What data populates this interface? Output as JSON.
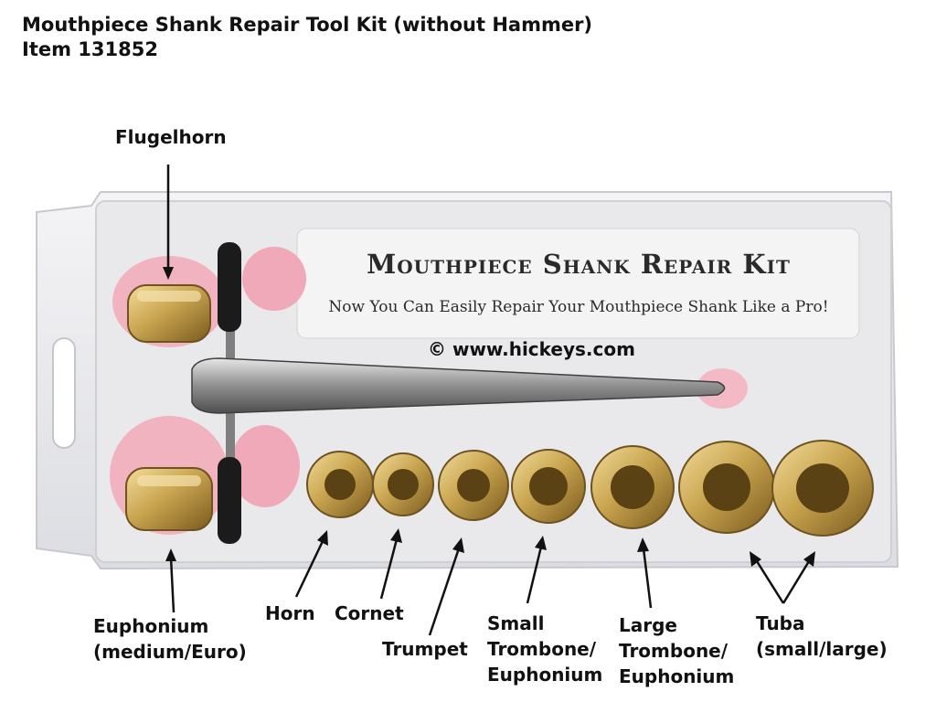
{
  "header": {
    "title": "Mouthpiece Shank Repair Tool Kit (without Hammer)",
    "item": "Item 131852"
  },
  "package": {
    "title": "Mouthpiece Shank Repair Kit",
    "subtitle": "Now You Can Easily Repair Your Mouthpiece Shank Like a Pro!"
  },
  "watermark": "© www.hickeys.com",
  "labels": {
    "flugelhorn": "Flugelhorn",
    "euphonium_line1": "Euphonium",
    "euphonium_line2": "(medium/Euro)",
    "horn": "Horn",
    "cornet": "Cornet",
    "trumpet": "Trumpet",
    "small_line1": "Small",
    "small_line2": "Trombone/",
    "small_line3": "Euphonium",
    "large_line1": "Large",
    "large_line2": "Trombone/",
    "large_line3": "Euphonium",
    "tuba_line1": "Tuba",
    "tuba_line2": "(small/large)"
  },
  "colors": {
    "brass": "#c9a550",
    "foam": "#f0a9b8",
    "steel": "#9a9a9a",
    "grip": "#1b1b1b",
    "card": "#f1f1f1"
  }
}
